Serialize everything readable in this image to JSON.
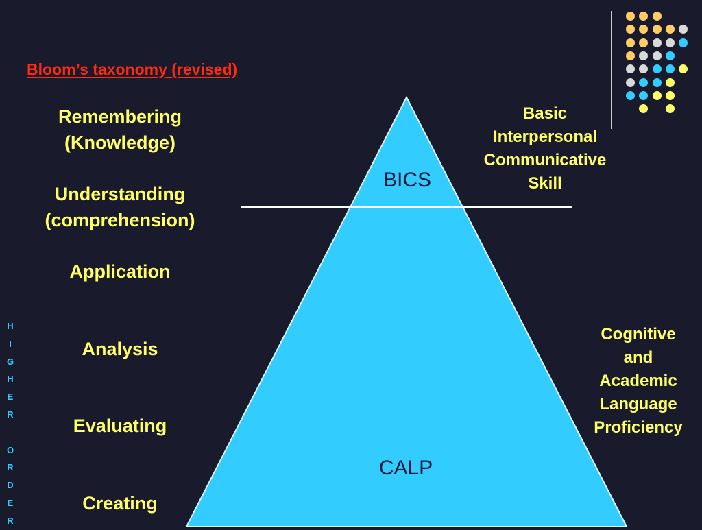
{
  "title": "Bloom’s taxonomy (revised)",
  "levels": [
    {
      "line1": "Remembering",
      "line2": "(Knowledge)"
    },
    {
      "line1": "Understanding",
      "line2": "(comprehension)"
    },
    {
      "line1": "Application",
      "line2": ""
    },
    {
      "line1": "Analysis",
      "line2": ""
    },
    {
      "line1": "Evaluating",
      "line2": ""
    },
    {
      "line1": "Creating",
      "line2": ""
    }
  ],
  "side_vertical_text": [
    "H",
    "I",
    "G",
    "H",
    "E",
    "R",
    "",
    "O",
    "R",
    "D",
    "E",
    "R"
  ],
  "pyramid": {
    "top_label": "BICS",
    "bottom_label": "CALP",
    "fill_color": "#33ccff"
  },
  "bics_description": [
    "Basic",
    "Interpersonal",
    "Communicative",
    "Skill"
  ],
  "calp_description": [
    "Cognitive",
    "and",
    "Academic",
    "Language",
    "Proficiency"
  ],
  "colors": {
    "background": "#191a2c",
    "title": "#ff2a12",
    "text": "#ffff66",
    "accent": "#33ccff",
    "dot_orange": "#ffcc66",
    "dot_gray": "#d9d9d9",
    "dot_blue": "#33ccff",
    "dot_yellow": "#ffff66"
  }
}
